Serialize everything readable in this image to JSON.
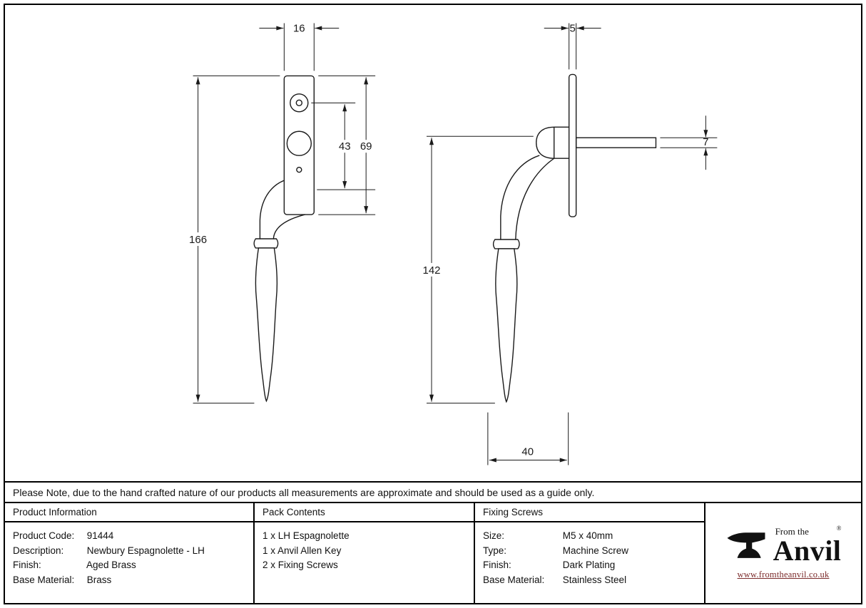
{
  "note": "Please Note, due to the hand crafted nature of our products all measurements are approximate and should be used as a guide only.",
  "columns": {
    "product_information": {
      "header": "Product Information",
      "rows": [
        {
          "label": "Product Code:",
          "value": "91444"
        },
        {
          "label": "Description:",
          "value": "Newbury Espagnolette - LH"
        },
        {
          "label": "Finish:",
          "value": "Aged Brass"
        },
        {
          "label": "Base Material:",
          "value": "Brass"
        }
      ]
    },
    "pack_contents": {
      "header": "Pack Contents",
      "items": [
        "1 x LH Espagnolette",
        "1 x Anvil Allen Key",
        "2 x Fixing Screws"
      ]
    },
    "fixing_screws": {
      "header": "Fixing Screws",
      "rows": [
        {
          "label": "Size:",
          "value": "M5 x 40mm"
        },
        {
          "label": "Type:",
          "value": "Machine Screw"
        },
        {
          "label": "Finish:",
          "value": "Dark Plating"
        },
        {
          "label": "Base Material:",
          "value": "Stainless Steel"
        }
      ]
    }
  },
  "logo": {
    "from_the": "From the",
    "registered": "®",
    "brand": "Anvil",
    "url": "www.fromtheanvil.co.uk"
  },
  "drawing": {
    "front_view": {
      "width": "16",
      "inner_height": "43",
      "plate_height": "69",
      "overall_height": "166"
    },
    "side_view": {
      "plate_thickness": "5",
      "spindle_height": "7",
      "handle_drop": "142",
      "projection": "40"
    }
  }
}
